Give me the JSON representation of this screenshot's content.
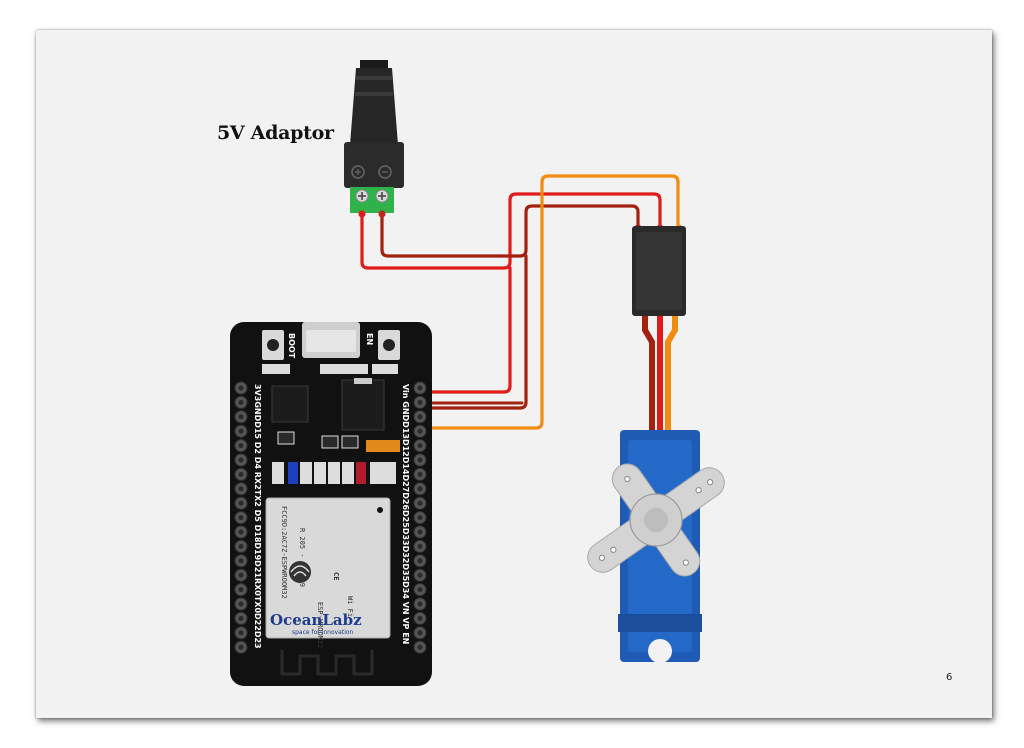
{
  "title": "5V Adaptor",
  "page_number": "6",
  "board": {
    "boot_label": "BOOT",
    "en_label": "EN",
    "left_pins": "3V3GNDD15 D2  D4  RX2TX2 D5  D18D19D21RX0TX0D22D23",
    "right_pins": "Vin GNDD13D12D14D27D26D25D33D32D35D34  VN  VP  EN",
    "module_fcc": "FCC9D:2AC7Z-ESPWROOM32",
    "module_code": "R 205 - 000519",
    "module_name": "ESP-WROOM32",
    "wifi_label": "Wi Fi",
    "brand": "OceanLabz",
    "brand_tagline": "space for innovation",
    "ce_mark": "CE"
  },
  "colors": {
    "wire_red": "#e01b1b",
    "wire_dark_red": "#a3210f",
    "wire_orange": "#f08c10",
    "servo_blue": "#1f5bb5",
    "terminal_green": "#2fb24a",
    "board_black": "#111111"
  }
}
